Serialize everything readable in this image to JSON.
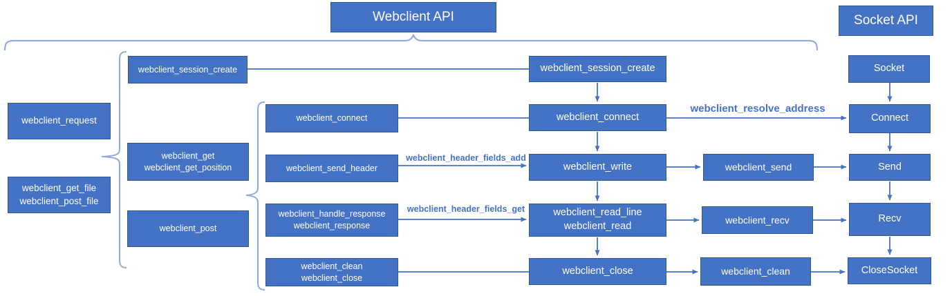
{
  "headers": {
    "webclient_api": "Webclient API",
    "socket_api": "Socket API"
  },
  "nodes": {
    "request": "webclient_request",
    "get_post_file": "webclient_get_file\nwebclient_post_file",
    "session_create_left": "webclient_session_create",
    "get_position": "webclient_get\nwebclient_get_position",
    "post": "webclient_post",
    "connect_small": "webclient_connect",
    "send_header": "webclient_send_header",
    "handle_response": "webclient_handle_response\nwebclient_response",
    "clean_close": "webclient_clean\nwebclient_close",
    "session_create_center": "webclient_session_create",
    "connect_center": "webclient_connect",
    "write": "webclient_write",
    "read": "webclient_read_line\nwebclient_read",
    "close": "webclient_close",
    "send_mid": "webclient_send",
    "recv_mid": "webclient_recv",
    "clean_mid": "webclient_clean",
    "socket": "Socket",
    "connect_socket": "Connect",
    "send_socket": "Send",
    "recv_socket": "Recv",
    "close_socket": "CloseSocket"
  },
  "arrow_labels": {
    "resolve_address": "webclient_resolve_address",
    "header_fields_add": "webclient_header_fields_add",
    "header_fields_get": "webclient_header_fields_get"
  },
  "colors": {
    "box_fill": "#4472C4",
    "box_border": "#2F5597",
    "box_text": "#FFFFFF",
    "arrow": "#4472C4",
    "brace": "#8FAADC",
    "label_text": "#4472C4",
    "background": "#FFFFFF"
  }
}
